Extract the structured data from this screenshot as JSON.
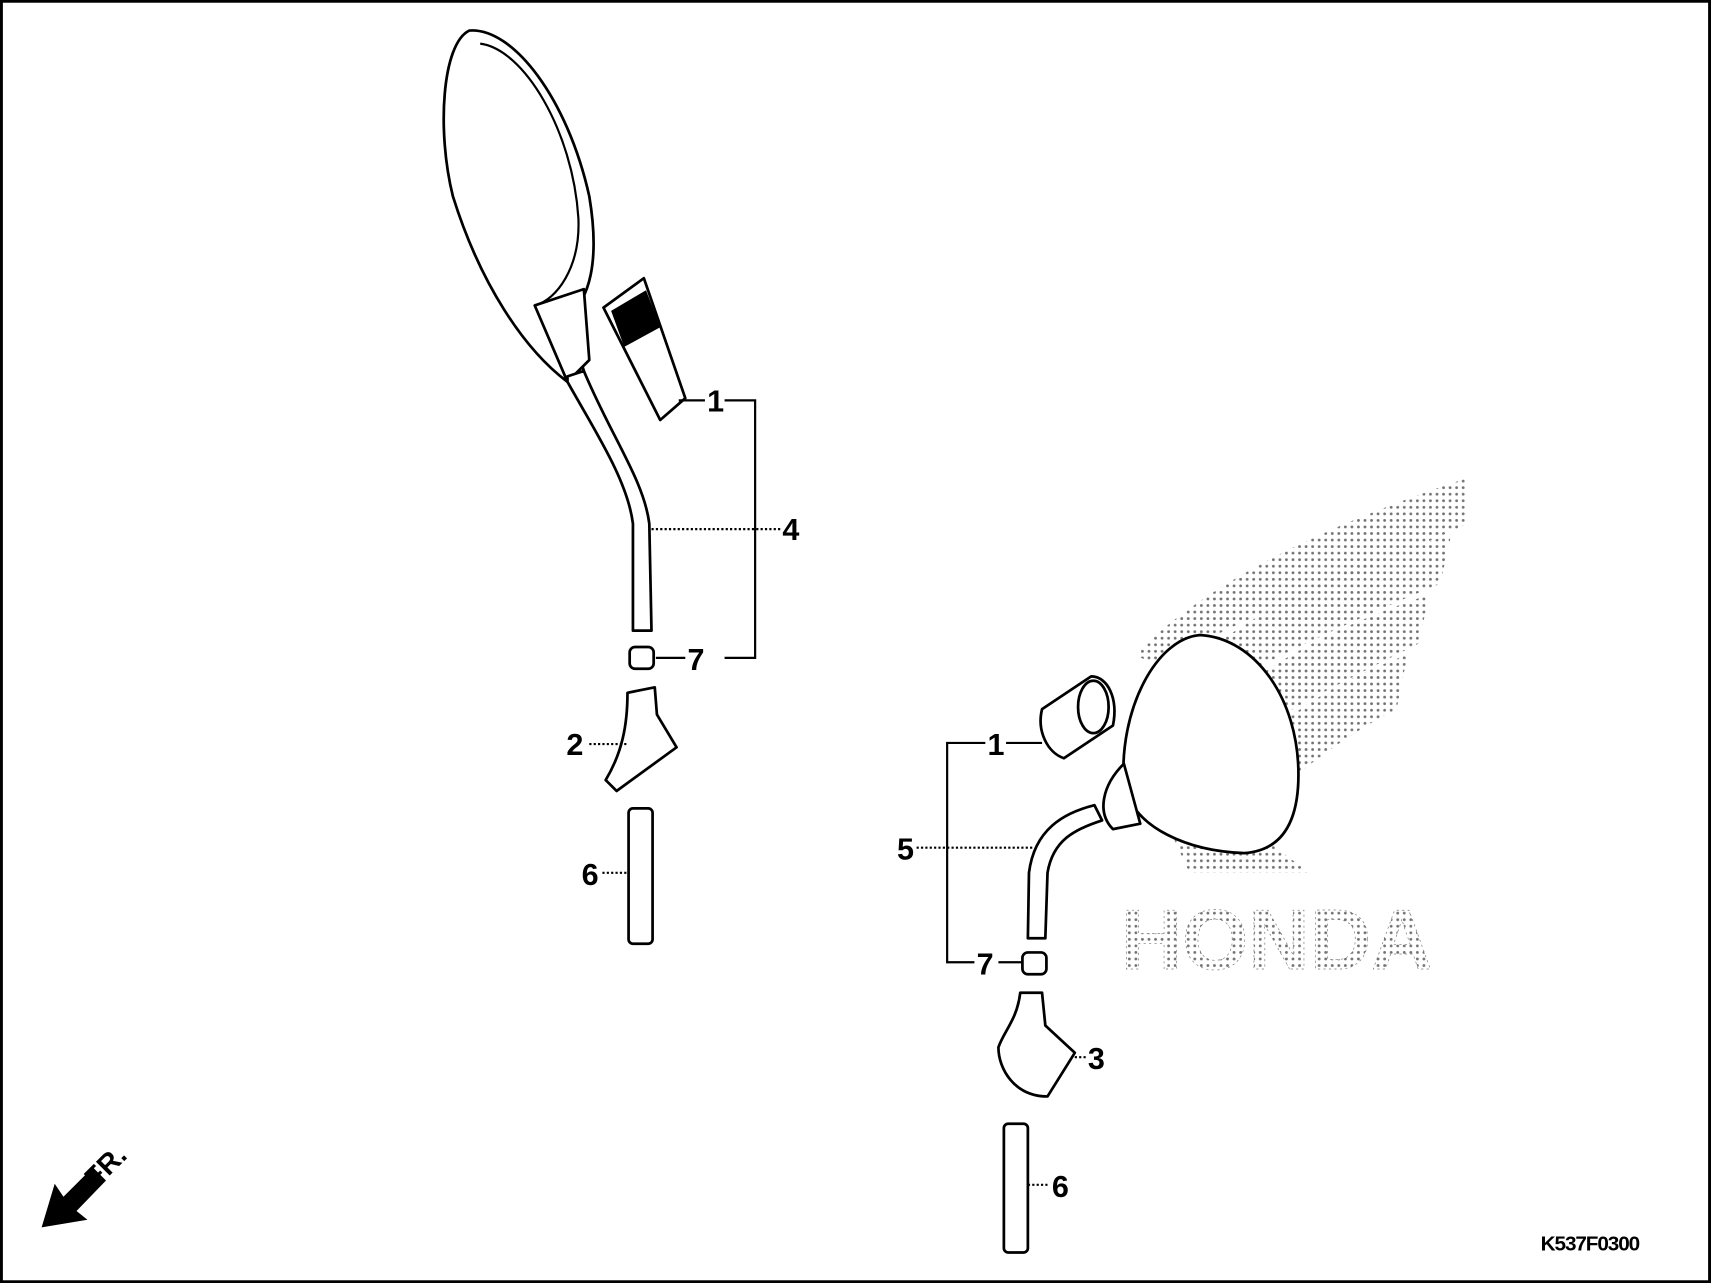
{
  "diagram": {
    "code": "K537F0300",
    "front_arrow_label": "FR.",
    "watermark": "HONDA",
    "colors": {
      "line": "#000000",
      "background": "#ffffff"
    },
    "left_assembly": {
      "callouts": [
        "1",
        "4",
        "7",
        "2",
        "6"
      ]
    },
    "right_assembly": {
      "callouts": [
        "1",
        "5",
        "7",
        "3",
        "6"
      ]
    }
  }
}
